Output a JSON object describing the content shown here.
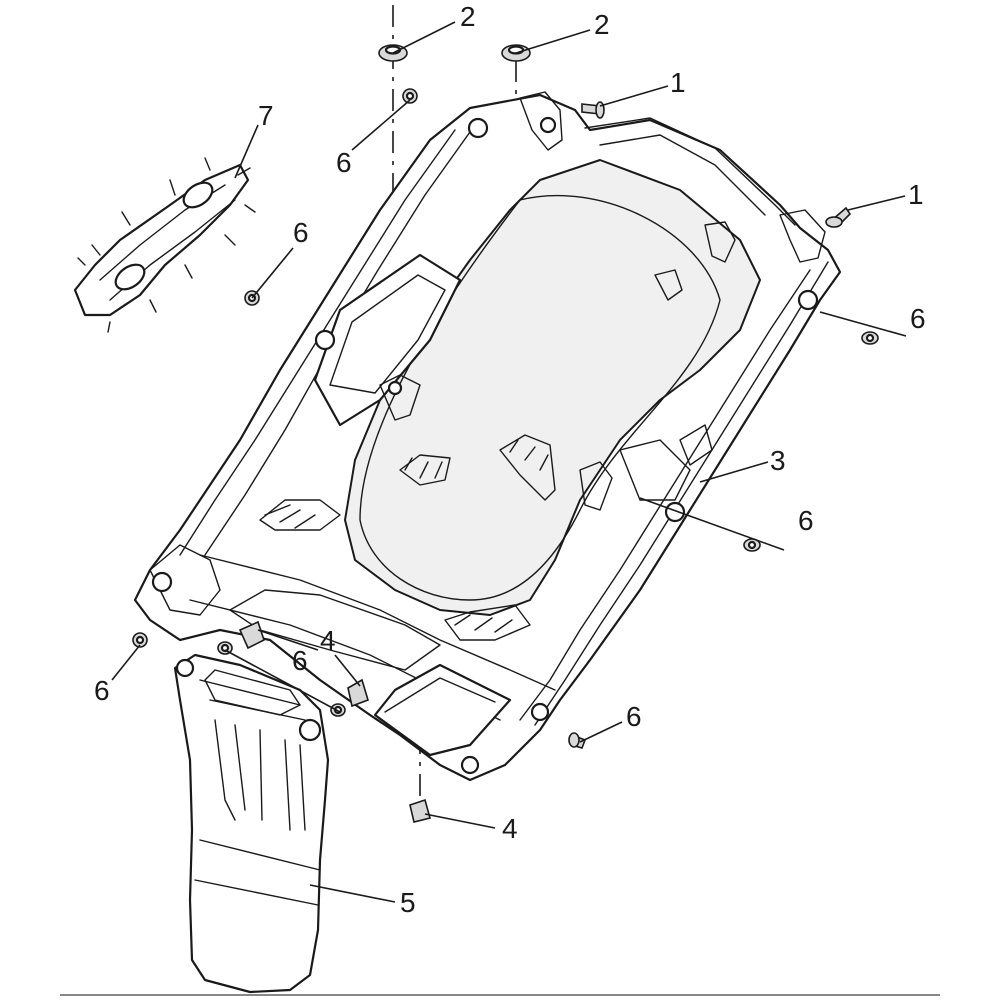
{
  "diagram": {
    "callouts": [
      {
        "id": "c1",
        "label": "1"
      },
      {
        "id": "c2",
        "label": "1"
      },
      {
        "id": "c3",
        "label": "2"
      },
      {
        "id": "c4",
        "label": "2"
      },
      {
        "id": "c5",
        "label": "3"
      },
      {
        "id": "c6",
        "label": "4"
      },
      {
        "id": "c7",
        "label": "4"
      },
      {
        "id": "c8",
        "label": "5"
      },
      {
        "id": "c9",
        "label": "6"
      },
      {
        "id": "c10",
        "label": "6"
      },
      {
        "id": "c11",
        "label": "6"
      },
      {
        "id": "c12",
        "label": "6"
      },
      {
        "id": "c13",
        "label": "6"
      },
      {
        "id": "c14",
        "label": "6"
      },
      {
        "id": "c15",
        "label": "6"
      },
      {
        "id": "c16",
        "label": "7"
      }
    ],
    "parts": [
      {
        "name": "screw",
        "callout": "1"
      },
      {
        "name": "grommet",
        "callout": "2"
      },
      {
        "name": "rear-inner-fender",
        "callout": "3"
      },
      {
        "name": "speed-nut",
        "callout": "4"
      },
      {
        "name": "mud-flap",
        "callout": "5"
      },
      {
        "name": "bolt",
        "callout": "6"
      },
      {
        "name": "bracket-plate",
        "callout": "7"
      }
    ],
    "colors": {
      "line": "#1a1a1a",
      "fill": "#ffffff",
      "shade": "#f0f0f0"
    }
  }
}
